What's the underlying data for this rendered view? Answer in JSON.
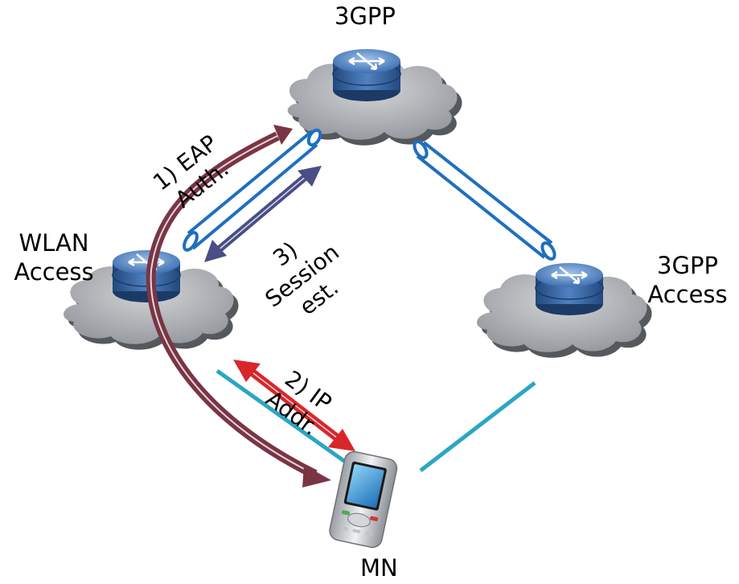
{
  "nodes": {
    "core": {
      "label": "3GPP"
    },
    "wlan": {
      "label_line1": "WLAN",
      "label_line2": "Access"
    },
    "access3gpp": {
      "label_line1": "3GPP",
      "label_line2": "Access"
    },
    "mn": {
      "label": "MN"
    }
  },
  "steps": {
    "step1": {
      "line1": "1) EAP",
      "line2": "Auth."
    },
    "step2": {
      "line1": "2) IP",
      "line2": "Addr."
    },
    "step3": {
      "line1": "3)",
      "line2": "Session",
      "line3": "est."
    }
  },
  "colors": {
    "tunnel": "#1f6fbf",
    "link": "#2aa6c4",
    "eap_arrow": "#7a3545",
    "ip_arrow": "#d8262b",
    "session_arrow": "#4a4e86",
    "cloud": "#a9acb1",
    "router": "#3c68a8"
  }
}
